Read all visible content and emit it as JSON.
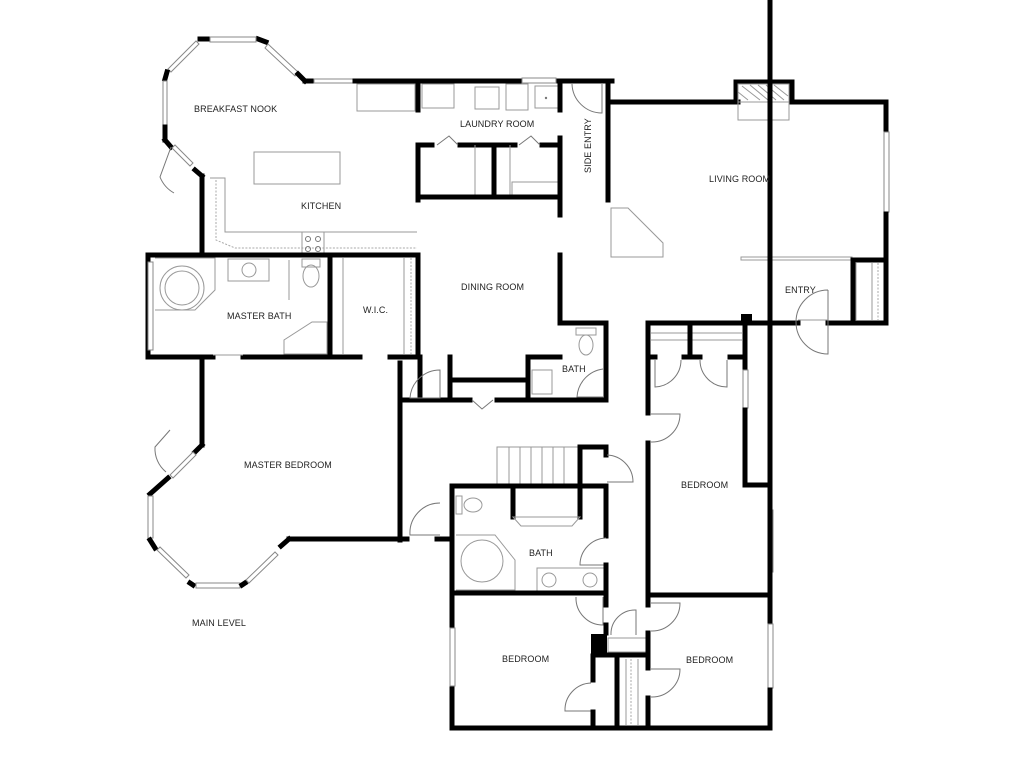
{
  "plan": {
    "level_label": "MAIN LEVEL",
    "wall_color": "#000000",
    "background_color": "#ffffff",
    "rooms": [
      {
        "id": "breakfast-nook",
        "label": "BREAKFAST NOOK"
      },
      {
        "id": "kitchen",
        "label": "KITCHEN"
      },
      {
        "id": "laundry-room",
        "label": "LAUNDRY ROOM"
      },
      {
        "id": "side-entry",
        "label": "SIDE ENTRY"
      },
      {
        "id": "living-room",
        "label": "LIVING ROOM"
      },
      {
        "id": "entry",
        "label": "ENTRY"
      },
      {
        "id": "master-bath",
        "label": "MASTER BATH"
      },
      {
        "id": "wic",
        "label": "W.I.C."
      },
      {
        "id": "dining-room",
        "label": "DINING ROOM"
      },
      {
        "id": "half-bath",
        "label": "BATH"
      },
      {
        "id": "master-bedroom",
        "label": "MASTER BEDROOM"
      },
      {
        "id": "bedroom-east",
        "label": "BEDROOM"
      },
      {
        "id": "hall-bath",
        "label": "BATH"
      },
      {
        "id": "bedroom-southwest",
        "label": "BEDROOM"
      },
      {
        "id": "bedroom-southeast",
        "label": "BEDROOM"
      }
    ]
  }
}
